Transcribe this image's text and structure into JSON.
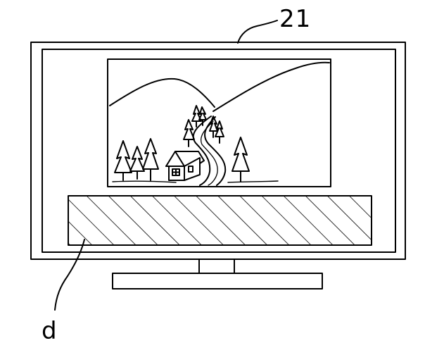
{
  "figure": {
    "reference_numerals": {
      "tv": "21",
      "display_region": "d"
    },
    "line_color": "#000000",
    "background": "#ffffff",
    "hatch_pattern": "diagonal"
  }
}
